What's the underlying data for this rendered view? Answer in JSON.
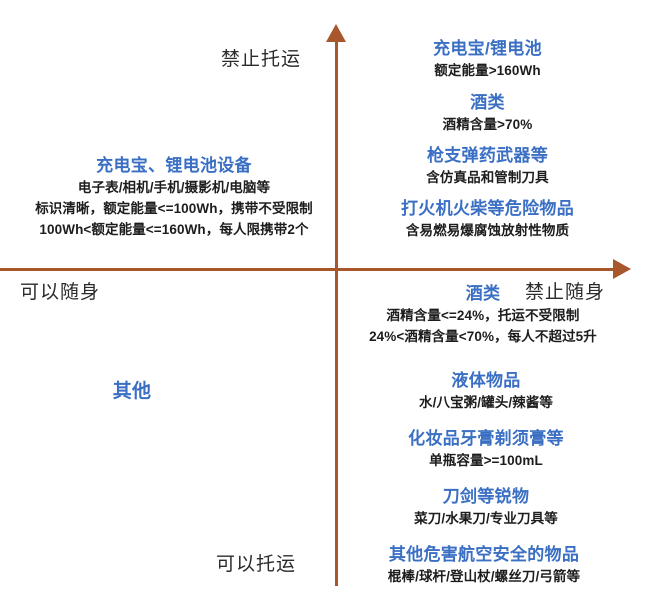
{
  "colors": {
    "axis": "#A8562B",
    "heading": "#3A6FC4",
    "body_text": "#1d1d1d",
    "axis_label": "#2b2b2b",
    "background": "#ffffff"
  },
  "axes": {
    "vertical_top_label": "禁止托运",
    "vertical_bottom_label": "可以托运",
    "horizontal_left_label": "可以随身",
    "horizontal_right_label": "禁止随身"
  },
  "chart_data": {
    "type": "quadrant-diagram",
    "title": "",
    "x_axis": {
      "left": "可以随身",
      "right": "禁止随身"
    },
    "y_axis": {
      "top": "禁止托运",
      "bottom": "可以托运"
    },
    "quadrants": [
      {
        "name": "top-left",
        "meaning": "可以随身 + 禁止托运",
        "items": [
          {
            "title": "充电宝、锂电池设备",
            "details": [
              "电子表/相机/手机/摄影机/电脑等",
              "标识清晰，额定能量<=100Wh，携带不受限制",
              "100Wh<额定能量<=160Wh，每人限携带2个"
            ]
          }
        ]
      },
      {
        "name": "top-right",
        "meaning": "禁止随身 + 禁止托运",
        "items": [
          {
            "title": "充电宝/锂电池",
            "details": [
              "额定能量>160Wh"
            ]
          },
          {
            "title": "酒类",
            "details": [
              "酒精含量>70%"
            ]
          },
          {
            "title": "枪支弹药武器等",
            "details": [
              "含仿真品和管制刀具"
            ]
          },
          {
            "title": "打火机火柴等危险物品",
            "details": [
              "含易燃易爆腐蚀放射性物质"
            ]
          }
        ]
      },
      {
        "name": "bottom-right",
        "meaning": "禁止随身 + 可以托运",
        "items": [
          {
            "title": "酒类",
            "details": [
              "酒精含量<=24%，托运不受限制",
              "24%<酒精含量<70%，每人不超过5升"
            ]
          },
          {
            "title": "液体物品",
            "details": [
              "水/八宝粥/罐头/辣酱等"
            ]
          },
          {
            "title": "化妆品牙膏剃须膏等",
            "details": [
              "单瓶容量>=100mL"
            ]
          },
          {
            "title": "刀剑等锐物",
            "details": [
              "菜刀/水果刀/专业刀具等"
            ]
          },
          {
            "title": "其他危害航空安全的物品",
            "details": [
              "棍棒/球杆/登山杖/螺丝刀/弓箭等"
            ]
          }
        ]
      },
      {
        "name": "bottom-left",
        "meaning": "可以随身 + 可以托运",
        "items": [
          {
            "title": "其他",
            "details": []
          }
        ]
      }
    ]
  },
  "blocks": {
    "tl": {
      "title": "充电宝、锂电池设备",
      "line1": "电子表/相机/手机/摄影机/电脑等",
      "line2": "标识清晰，额定能量<=100Wh，携带不受限制",
      "line3": "100Wh<额定能量<=160Wh，每人限携带2个"
    },
    "tr1": {
      "title": "充电宝/锂电池",
      "line1": "额定能量>160Wh"
    },
    "tr2": {
      "title": "酒类",
      "line1": "酒精含量>70%"
    },
    "tr3": {
      "title": "枪支弹药武器等",
      "line1": "含仿真品和管制刀具"
    },
    "tr4": {
      "title": "打火机火柴等危险物品",
      "line1": "含易燃易爆腐蚀放射性物质"
    },
    "br1": {
      "title": "酒类",
      "line1": "酒精含量<=24%，托运不受限制",
      "line2": "24%<酒精含量<70%，每人不超过5升"
    },
    "br2": {
      "title": "液体物品",
      "line1": "水/八宝粥/罐头/辣酱等"
    },
    "br3": {
      "title": "化妆品牙膏剃须膏等",
      "line1": "单瓶容量>=100mL"
    },
    "br4": {
      "title": "刀剑等锐物",
      "line1": "菜刀/水果刀/专业刀具等"
    },
    "br5": {
      "title": "其他危害航空安全的物品",
      "line1": "棍棒/球杆/登山杖/螺丝刀/弓箭等"
    },
    "bl": {
      "title": "其他"
    }
  }
}
